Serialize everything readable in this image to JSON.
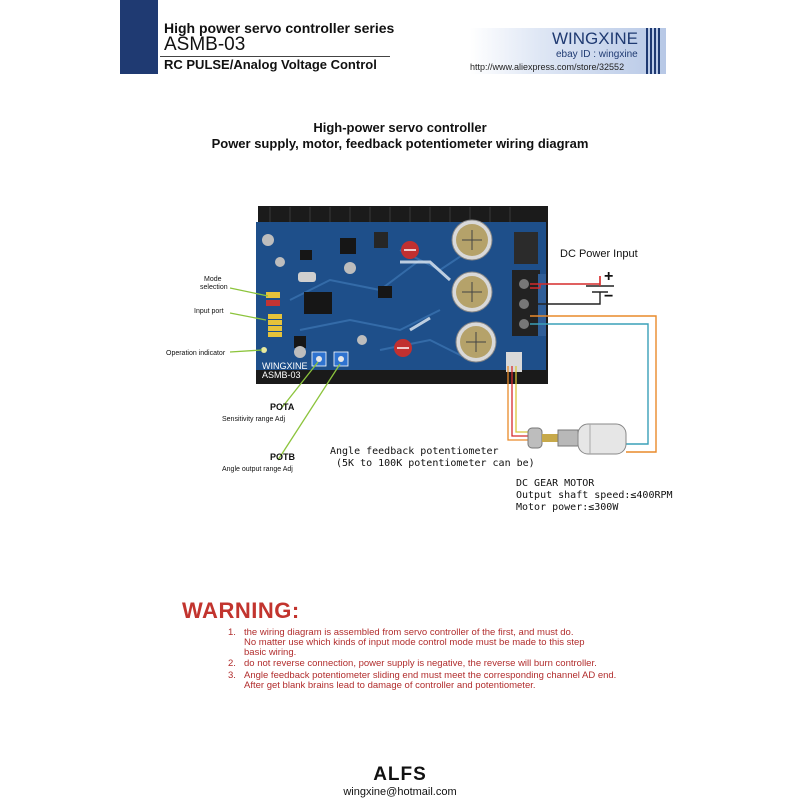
{
  "header": {
    "series": "High power servo controller series",
    "model": "ASMB-03",
    "subtitle": "RC PULSE/Analog Voltage Control",
    "brand": "WINGXINE",
    "ebay": "ebay ID : wingxine",
    "url": "http://www.aliexpress.com/store/32552"
  },
  "diagram": {
    "title_line1": "High-power servo controller",
    "title_line2": "Power supply, motor, feedback potentiometer wiring diagram",
    "labels": {
      "mode_selection_1": "Mode",
      "mode_selection_2": "selection",
      "input_port": "Input port",
      "operation_indicator": "Operation indicator",
      "pota": "POTA",
      "pota_desc": "Sensitivity range Adj",
      "potb": "POTB",
      "potb_desc": "Angle output range Adj",
      "dc_power_input": "DC Power Input",
      "plus": "+",
      "minus": "−",
      "feedback_line1": "Angle feedback potentiometer",
      "feedback_line2": "(5K to 100K potentiometer can be)",
      "motor_line1": "DC GEAR MOTOR",
      "motor_line2": "Output shaft speed:≤400RPM",
      "motor_line3": "Motor power:≤300W",
      "board_brand": "WINGXINE",
      "board_model": "ASMB-03"
    },
    "colors": {
      "board": "#1e4f8a",
      "heatsink": "#1b1b1b",
      "wire_red": "#d62b2b",
      "wire_orange": "#e98a2a",
      "wire_cyan": "#3aa0b8",
      "wire_green": "#8cc43c"
    }
  },
  "warning": {
    "title": "WARNING:",
    "items": [
      {
        "num": "1.",
        "lines": [
          "the wiring diagram is assembled from servo controller of the first, and must do.",
          "No matter use which kinds of input mode control mode must be made to this step",
          "basic wiring."
        ]
      },
      {
        "num": "2.",
        "lines": [
          "do not reverse connection, power supply is negative, the reverse will burn controller."
        ]
      },
      {
        "num": "3.",
        "lines": [
          "Angle feedback potentiometer sliding end must meet the corresponding channel AD end.",
          "After get blank brains lead to damage of controller and potentiometer."
        ]
      }
    ]
  },
  "footer": {
    "brand": "ALFS",
    "email": "wingxine@hotmail.com"
  }
}
